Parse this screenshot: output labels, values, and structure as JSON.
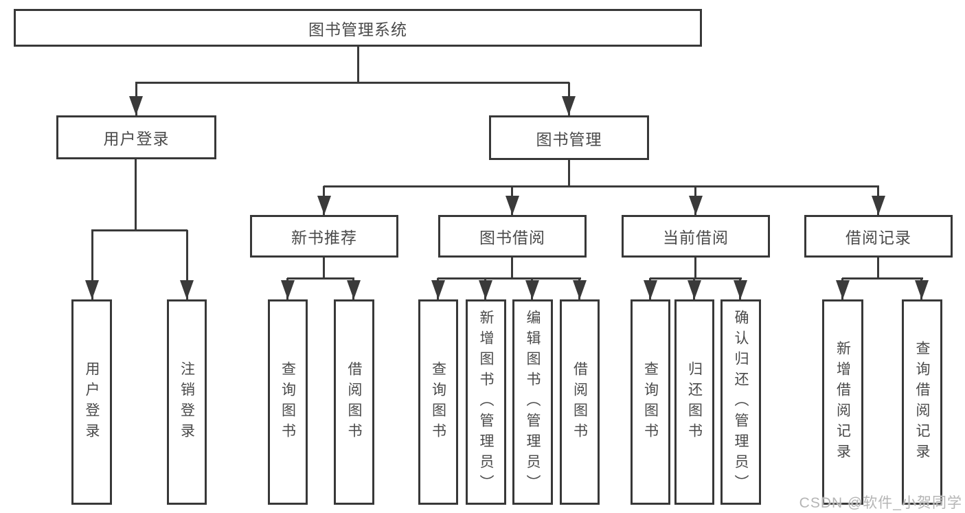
{
  "tree": {
    "label": "图书管理系统",
    "children": [
      {
        "label": "用户登录",
        "children": [
          {
            "label": "用户登录"
          },
          {
            "label": "注销登录"
          }
        ]
      },
      {
        "label": "图书管理",
        "children": [
          {
            "label": "新书推荐",
            "children": [
              {
                "label": "查询图书"
              },
              {
                "label": "借阅图书"
              }
            ]
          },
          {
            "label": "图书借阅",
            "children": [
              {
                "label": "查询图书"
              },
              {
                "label": "新增图书（管理员）"
              },
              {
                "label": "编辑图书（管理员）"
              },
              {
                "label": "借阅图书"
              }
            ]
          },
          {
            "label": "当前借阅",
            "children": [
              {
                "label": "查询图书"
              },
              {
                "label": "归还图书"
              },
              {
                "label": "确认归还（管理员）"
              }
            ]
          },
          {
            "label": "借阅记录",
            "children": [
              {
                "label": "新增借阅记录"
              },
              {
                "label": "查询借阅记录"
              }
            ]
          }
        ]
      }
    ]
  },
  "watermark": {
    "text": "CSDN @软件_小贺同学"
  },
  "colors": {
    "line": "#3a3a3a",
    "box_border": "#383838",
    "text": "#4a4a4a",
    "watermark": "#b5b5b5",
    "background": "#ffffff"
  }
}
